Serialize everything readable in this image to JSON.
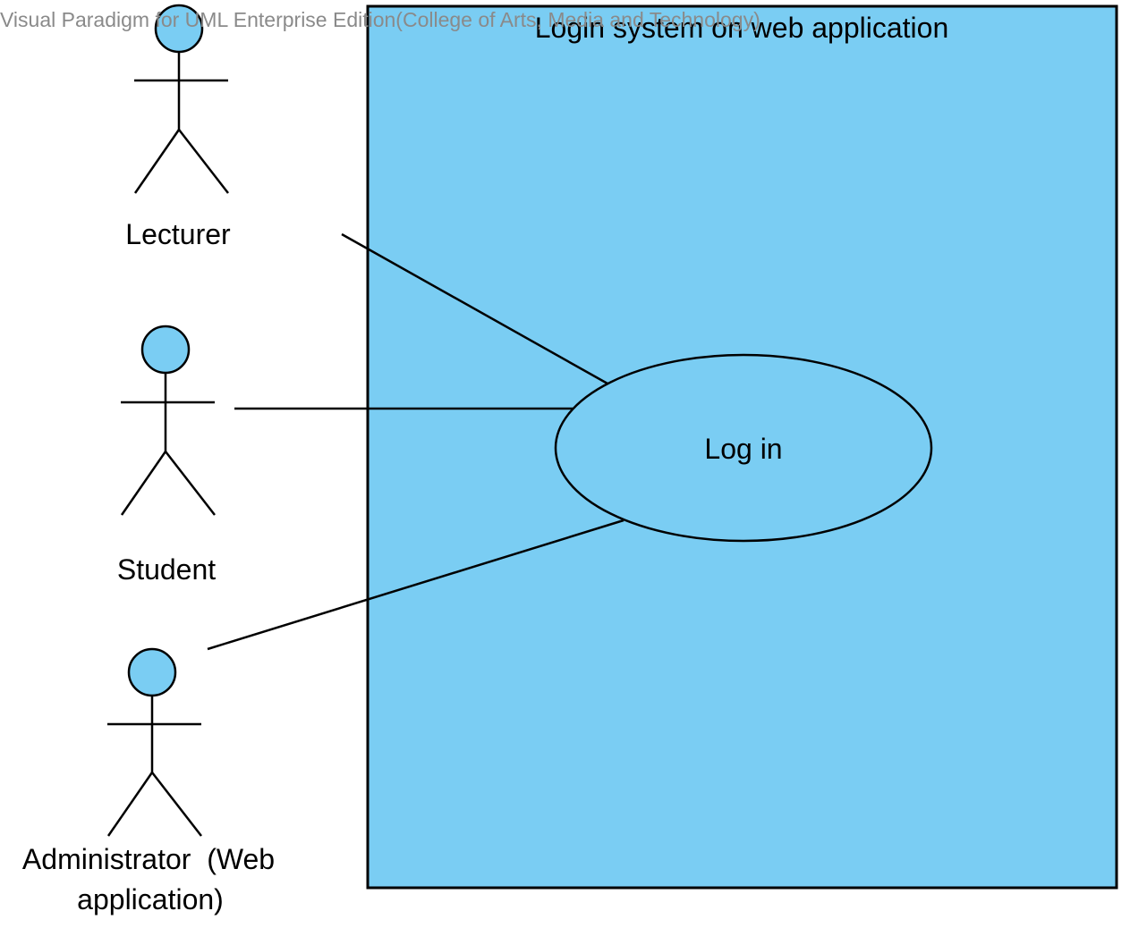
{
  "watermark": "Visual Paradigm for UML Enterprise Edition(College of Arts, Media and Technology)",
  "system": {
    "title": "Login system on web application"
  },
  "use_case": {
    "label": "Log in"
  },
  "actors": {
    "lecturer": "Lecturer",
    "student": "Student",
    "administrator_line1": "Administrator  (Web",
    "administrator_line2": "application)"
  },
  "colors": {
    "fill": "#7acdf3",
    "stroke": "#000000",
    "watermark": "#8a8a8a"
  }
}
